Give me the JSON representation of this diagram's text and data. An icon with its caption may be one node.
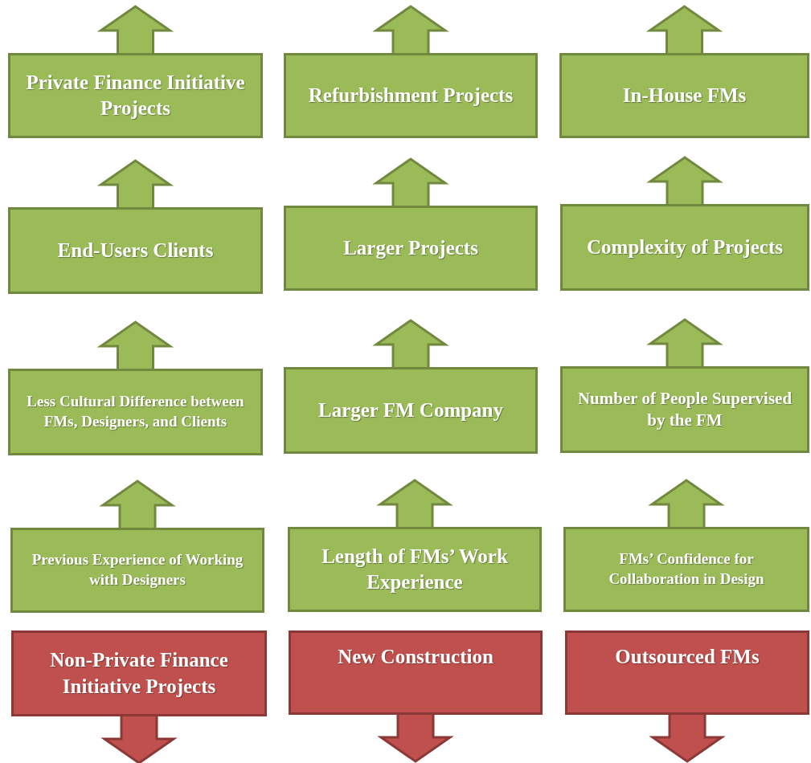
{
  "diagram": {
    "nodes": [
      {
        "text": [
          "Private Finance Initiative Projects"
        ]
      },
      {
        "text": [
          "Refurbishment Projects"
        ]
      },
      {
        "text": [
          "In-House FMs"
        ]
      },
      {
        "text": [
          "End-Users Clients"
        ]
      },
      {
        "text": [
          "Larger Projects"
        ]
      },
      {
        "text": [
          "Complexity of Projects"
        ]
      },
      {
        "text": [
          "Less Cultural Difference between FMs, Designers, and Clients"
        ]
      },
      {
        "text": [
          "Larger FM Company"
        ]
      },
      {
        "text": [
          "Number of People Supervised by the FM"
        ]
      },
      {
        "text": [
          "Previous Experience of Working with Designers"
        ]
      },
      {
        "text": [
          "Length of FMs’ Work Experience"
        ]
      },
      {
        "text": [
          "FMs’ Confidence for Collaboration in Design"
        ]
      },
      {
        "text": [
          "Non-Private Finance Initiative Projects"
        ]
      },
      {
        "text": [
          "New Construction"
        ]
      },
      {
        "text": [
          "Outsourced FMs"
        ]
      }
    ],
    "edges": [
      {
        "from": 0,
        "to": null,
        "arrow": "to",
        "style": "thick"
      },
      {
        "from": 1,
        "to": null,
        "arrow": "to",
        "style": "thick"
      },
      {
        "from": 2,
        "to": null,
        "arrow": "to",
        "style": "thick"
      },
      {
        "from": 3,
        "to": null,
        "arrow": "to",
        "style": "thick"
      },
      {
        "from": 4,
        "to": null,
        "arrow": "to",
        "style": "thick"
      },
      {
        "from": 5,
        "to": null,
        "arrow": "to",
        "style": "thick"
      },
      {
        "from": 6,
        "to": null,
        "arrow": "to",
        "style": "thick"
      },
      {
        "from": 7,
        "to": null,
        "arrow": "to",
        "style": "thick"
      },
      {
        "from": 8,
        "to": null,
        "arrow": "to",
        "style": "thick"
      },
      {
        "from": 9,
        "to": null,
        "arrow": "to",
        "style": "thick"
      },
      {
        "from": 10,
        "to": null,
        "arrow": "to",
        "style": "thick"
      },
      {
        "from": 11,
        "to": null,
        "arrow": "to",
        "style": "thick"
      },
      {
        "from": 12,
        "to": null,
        "arrow": "to",
        "style": "thick",
        "color": "#c0504d"
      },
      {
        "from": 13,
        "to": null,
        "arrow": "to",
        "style": "thick",
        "color": "#c0504d"
      },
      {
        "from": 14,
        "to": null,
        "arrow": "to",
        "style": "thick",
        "color": "#c0504d"
      }
    ]
  }
}
